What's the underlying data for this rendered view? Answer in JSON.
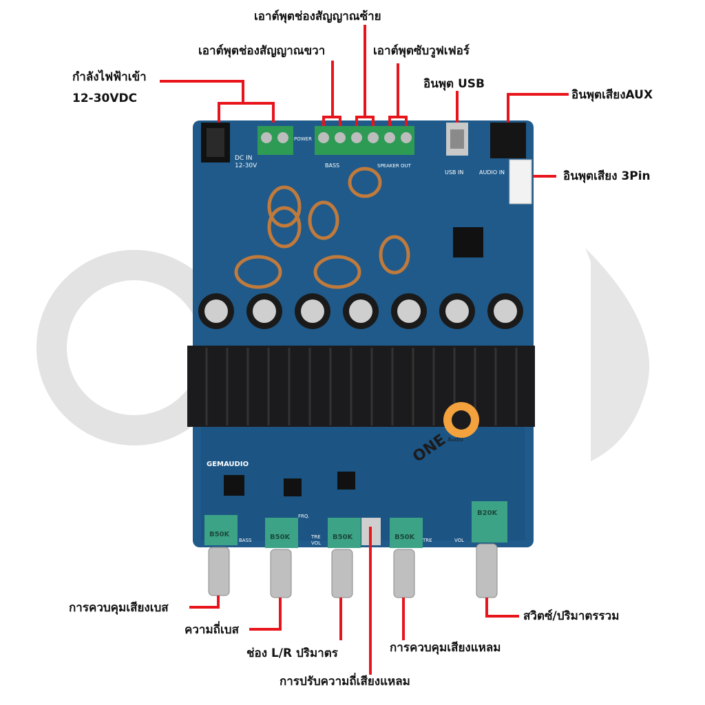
{
  "colors": {
    "leader": "#e8141b",
    "board": "#1f5a8a",
    "board_dark": "#143f63",
    "heatsink": "#1b1b1d",
    "terminal": "#2e9b55",
    "pot": "#3da386",
    "watermark": "#e3e3e3",
    "label_text": "#111111"
  },
  "labels": {
    "power_input_line1": "กำลังไฟฟ้าเข้า",
    "power_input_line2": "12-30VDC",
    "right_channel_out": "เอาต์พุตช่องสัญญาณขวา",
    "left_channel_out": "เอาต์พุตช่องสัญญาณซ้าย",
    "subwoofer_out": "เอาต์พุตซับวูฟเฟอร์",
    "usb_input": "อินพุต USB",
    "aux_input": "อินพุตเสียงAUX",
    "pin3_input": "อินพุตเสียง 3Pin",
    "bass_control": "การควบคุมเสียงเบส",
    "bass_frequency": "ความถี่เบส",
    "lr_volume": "ช่อง L/R ปริมาตร",
    "treble_frequency": "การปรับความถี่เสียงแหลม",
    "treble_control": "การควบคุมเสียงแหลม",
    "master_volume": "สวิตซ์/ปริมาตรรวม"
  },
  "board_text": {
    "brand": "GEMAUDIO",
    "dc_in": "DC IN",
    "dc_volt": "12-30V",
    "power": "POWER",
    "bass_out": "BASS",
    "speaker_out": "SPEAKER OUT",
    "usb_in": "USB IN",
    "audio_in": "AUDIO IN",
    "pot_b50k": "B50K",
    "pot_b20k": "B20K",
    "knob_bass": "BASS",
    "knob_frq": "FRQ.",
    "knob_tre_vol": "TRE VOL",
    "knob_tre": "TRE",
    "knob_vol": "VOL"
  },
  "watermark": {
    "text": "ONE",
    "sub": "Audio"
  }
}
